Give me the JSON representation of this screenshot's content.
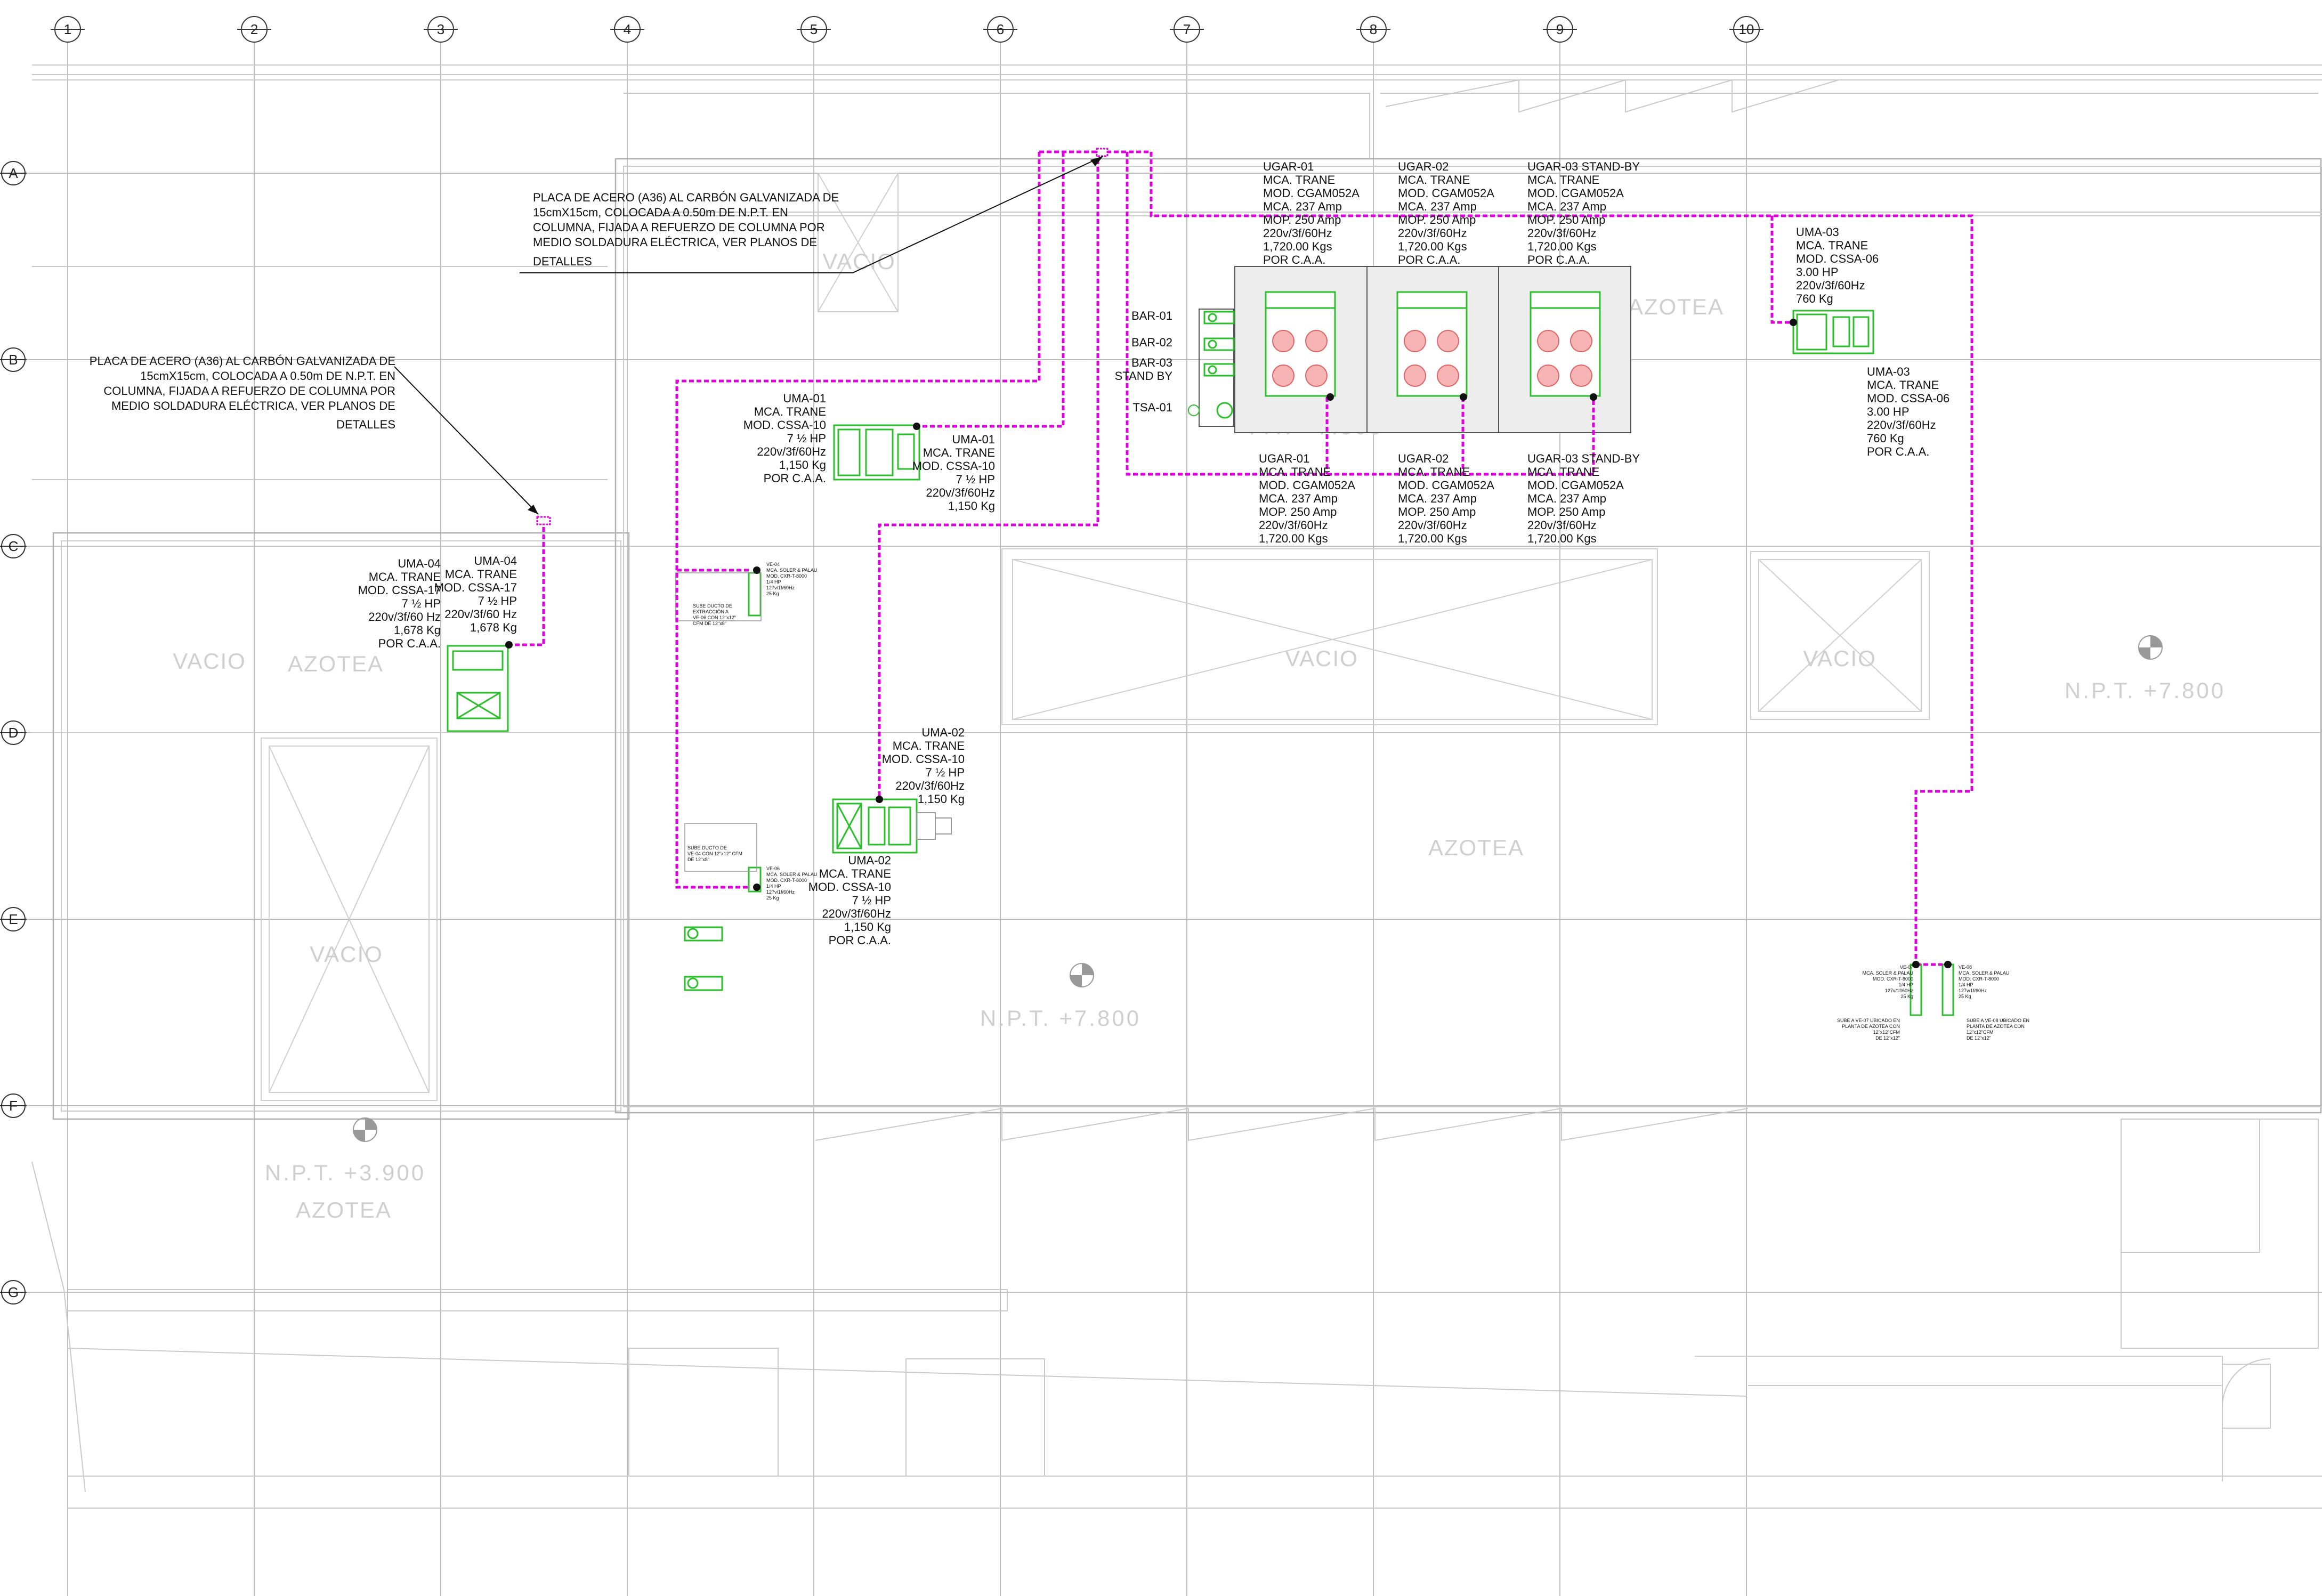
{
  "grid_columns": [
    "1",
    "2",
    "3",
    "4",
    "5",
    "6",
    "7",
    "8",
    "9",
    "10"
  ],
  "grid_rows": [
    "A",
    "B",
    "C",
    "D",
    "E",
    "F",
    "G"
  ],
  "notes": {
    "plate_top": [
      "PLACA DE ACERO (A36) AL CARBÓN GALVANIZADA DE",
      "15cmX15cm, COLOCADA A 0.50m DE N.P.T. EN",
      "COLUMNA, FIJADA A REFUERZO DE COLUMNA POR",
      "MEDIO SOLDADURA ELÉCTRICA, VER PLANOS DE",
      "DETALLES"
    ],
    "plate_left": [
      "PLACA DE ACERO (A36) AL CARBÓN GALVANIZADA DE",
      "15cmX15cm, COLOCADA A 0.50m DE N.P.T. EN",
      "COLUMNA, FIJADA A REFUERZO DE COLUMNA POR",
      "MEDIO SOLDADURA ELÉCTRICA, VER PLANOS DE",
      "DETALLES"
    ]
  },
  "equipment": {
    "ugar01_top": [
      "UGAR-01",
      "MCA. TRANE",
      "MOD. CGAM052A",
      "MCA. 237 Amp",
      "MOP. 250 Amp",
      "220v/3f/60Hz",
      "1,720.00 Kgs",
      "POR C.A.A."
    ],
    "ugar02_top": [
      "UGAR-02",
      "MCA. TRANE",
      "MOD. CGAM052A",
      "MCA. 237 Amp",
      "MOP. 250 Amp",
      "220v/3f/60Hz",
      "1,720.00 Kgs",
      "POR C.A.A."
    ],
    "ugar03_top": [
      "UGAR-03 STAND-BY",
      "MCA. TRANE",
      "MOD. CGAM052A",
      "MCA. 237 Amp",
      "MOP. 250 Amp",
      "220v/3f/60Hz",
      "1,720.00 Kgs",
      "POR C.A.A."
    ],
    "ugar01_bot": [
      "UGAR-01",
      "MCA. TRANE",
      "MOD. CGAM052A",
      "MCA. 237 Amp",
      "MOP. 250 Amp",
      "220v/3f/60Hz",
      "1,720.00 Kgs"
    ],
    "ugar02_bot": [
      "UGAR-02",
      "MCA. TRANE",
      "MOD. CGAM052A",
      "MCA. 237 Amp",
      "MOP. 250 Amp",
      "220v/3f/60Hz",
      "1,720.00 Kgs"
    ],
    "ugar03_bot": [
      "UGAR-03 STAND-BY",
      "MCA. TRANE",
      "MOD. CGAM052A",
      "MCA. 237 Amp",
      "MOP. 250 Amp",
      "220v/3f/60Hz",
      "1,720.00 Kgs"
    ],
    "uma03_top": [
      "UMA-03",
      "MCA. TRANE",
      "MOD. CSSA-06",
      "3.00 HP",
      "220v/3f/60Hz",
      "760 Kg"
    ],
    "uma03_bot": [
      "UMA-03",
      "MCA. TRANE",
      "MOD. CSSA-06",
      "3.00 HP",
      "220v/3f/60Hz",
      "760 Kg",
      "POR C.A.A."
    ],
    "uma01_left": [
      "UMA-01",
      "MCA. TRANE",
      "MOD. CSSA-10",
      "7 ½ HP",
      "220v/3f/60Hz",
      "1,150 Kg",
      "POR C.A.A."
    ],
    "uma01_right": [
      "UMA-01",
      "MCA. TRANE",
      "MOD. CSSA-10",
      "7 ½ HP",
      "220v/3f/60Hz",
      "1,150 Kg"
    ],
    "uma04_left": [
      "UMA-04",
      "MCA. TRANE",
      "MOD. CSSA-17",
      "7 ½ HP",
      "220v/3f/60 Hz",
      "1,678 Kg",
      "POR C.A.A."
    ],
    "uma04_right": [
      "UMA-04",
      "MCA. TRANE",
      "MOD. CSSA-17",
      "7 ½ HP",
      "220v/3f/60 Hz",
      "1,678 Kg"
    ],
    "uma02_top": [
      "UMA-02",
      "MCA. TRANE",
      "MOD. CSSA-10",
      "7 ½ HP",
      "220v/3f/60Hz",
      "1,150 Kg"
    ],
    "uma02_bot": [
      "UMA-02",
      "MCA. TRANE",
      "MOD. CSSA-10",
      "7 ½ HP",
      "220v/3f/60Hz",
      "1,150 Kg",
      "POR C.A.A."
    ]
  },
  "bar_labels": [
    "BAR-01",
    "BAR-02",
    "BAR-03",
    "STAND BY",
    "TSA-01"
  ],
  "zones": {
    "vacio": "VACIO",
    "azotea": "AZOTEA",
    "npt_780": "N.P.T.  +7.800",
    "npt_780_partial": "P.T.  +7.800",
    "npt_390": "N.P.T.  +3.900"
  },
  "small_notes": {
    "ve1": [
      "VE-04",
      "MCA. SOLER & PALAU",
      "MOD. CXR-T-8000",
      "1/4 HP",
      "127v/1f/60Hz",
      "25 Kg"
    ],
    "ve2": [
      "VE-06",
      "MCA. SOLER & PALAU",
      "MOD. CXR-T-8000",
      "1/4 HP",
      "127v/1f/60Hz",
      "25 Kg"
    ],
    "ve3": [
      "VE-07",
      "MCA. SOLER & PALAU",
      "MOD. CXR-T-8000",
      "1/4 HP",
      "127v/1f/60Hz",
      "25 Kg"
    ],
    "ve4": [
      "VE-08",
      "MCA. SOLER & PALAU",
      "MOD. CXR-T-8000",
      "1/4 HP",
      "127v/1f/60Hz",
      "25 Kg"
    ],
    "sube1": [
      "SUBE DUCTO DE",
      "EXTRACCIÓN A",
      "VE-06 CON 12\"x12\"",
      "CFM DE 12\"x8\""
    ],
    "sube2": [
      "SUBE DUCTO DE",
      "VE-04 CON 12\"x12\" CFM",
      "DE 12\"x8\""
    ],
    "sube3": [
      "SUBE A VE-07 UBICADO EN",
      "PLANTA DE AZOTEA CON",
      "12\"x12\"CFM",
      "DE 12\"x12\""
    ],
    "sube4": [
      "SUBE A VE-08 UBICADO EN",
      "PLANTA DE AZOTEA CON",
      "12\"x12\"CFM",
      "DE 12\"x12\""
    ]
  },
  "colors": {
    "wiring": "#e000e0",
    "equipment": "#2bbf2b",
    "fans": "#f7b4b4",
    "grid": "#bdbdbd"
  }
}
